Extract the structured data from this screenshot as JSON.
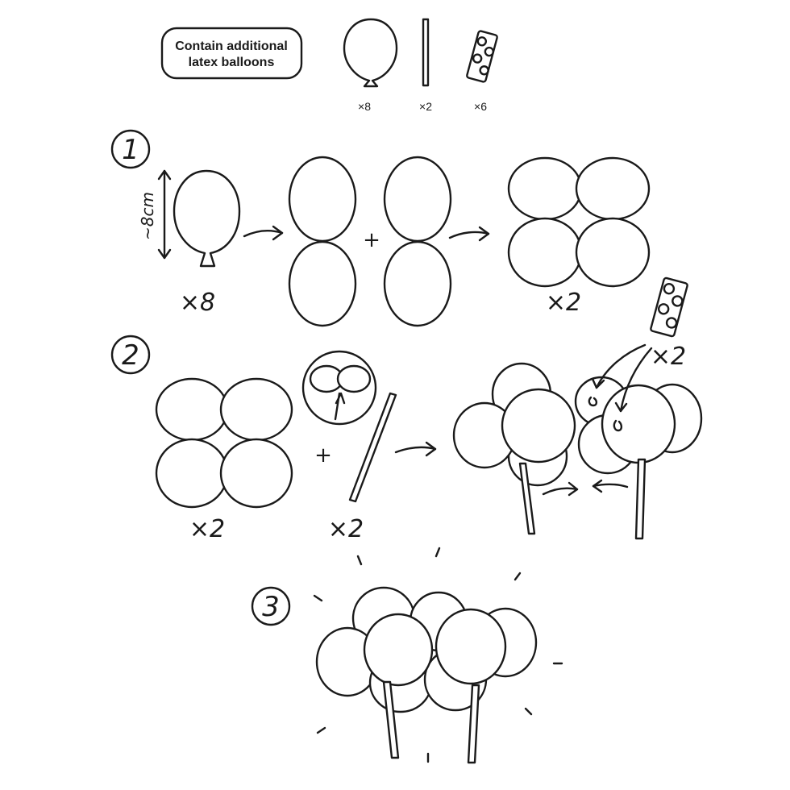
{
  "header": {
    "note_line1": "Contain additional",
    "note_line2": "latex balloons"
  },
  "parts": [
    {
      "icon": "balloon-icon",
      "qty": "×8"
    },
    {
      "icon": "stick-icon",
      "qty": "×2"
    },
    {
      "icon": "clip-strip-icon",
      "qty": "×6"
    }
  ],
  "steps": [
    {
      "number": "1",
      "size_label": "~8cm",
      "qty_balloons": "×8",
      "qty_result": "×2"
    },
    {
      "number": "2",
      "qty_clusters": "×2",
      "qty_sticks": "×2",
      "qty_clips": "×2",
      "plus": "+"
    },
    {
      "number": "3"
    }
  ],
  "step1_plus": "+",
  "colors": {
    "line": "#1a1a1a",
    "fill": "#ffffff"
  }
}
